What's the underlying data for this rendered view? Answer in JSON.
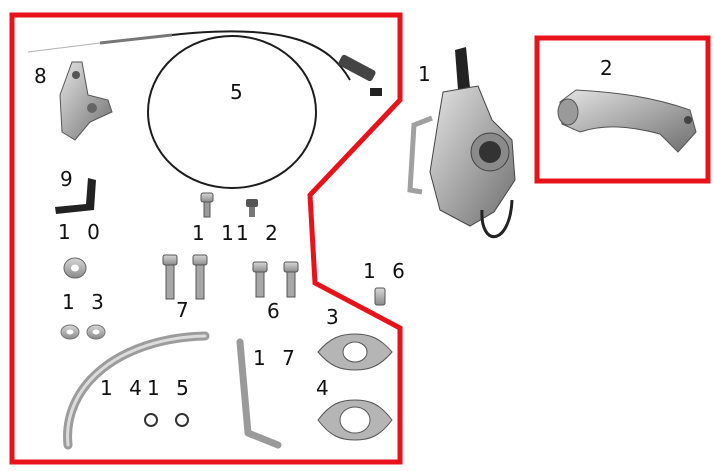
{
  "colors": {
    "frame": "#e8121b",
    "label": "#111111",
    "part_metal": "#b8b8b8",
    "part_dark": "#2a2a2a"
  },
  "labels": {
    "p1": "1",
    "p2": "2",
    "p3": "3",
    "p4": "4",
    "p5": "5",
    "p6": "6",
    "p7": "7",
    "p8": "8",
    "p9": "9",
    "p10": "1 0",
    "p11": "1 1",
    "p12": "1 2",
    "p13": "1 3",
    "p14": "1 4",
    "p15": "1 5",
    "p16": "1 6",
    "p17": "1 7"
  }
}
